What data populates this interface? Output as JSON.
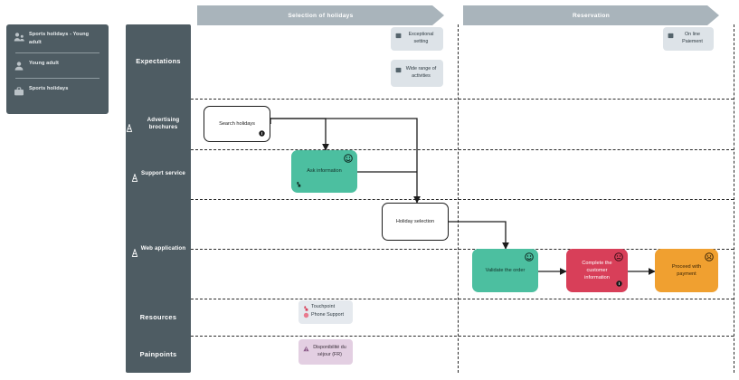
{
  "persona": {
    "items": [
      {
        "label": "Sports holidays - Young adult",
        "icon": "persona-group-icon"
      },
      {
        "label": "Young adult",
        "icon": "person-icon"
      },
      {
        "label": "Sports holidays",
        "icon": "briefcase-icon"
      }
    ]
  },
  "phases": [
    {
      "label": "Selection of holidays"
    },
    {
      "label": "Reservation"
    }
  ],
  "lanes": [
    {
      "label": "Expectations",
      "icon": null,
      "style": "big"
    },
    {
      "label": "Advertising brochures",
      "icon": "channel-icon",
      "style": "small"
    },
    {
      "label": "Support service",
      "icon": "channel-icon",
      "style": "small"
    },
    {
      "label": "Web application",
      "icon": "channel-icon",
      "style": "small"
    },
    {
      "label": "Resources",
      "icon": null,
      "style": "big"
    },
    {
      "label": "Painpoints",
      "icon": null,
      "style": "big"
    }
  ],
  "expectations": [
    {
      "label": "Exceptional setting",
      "icon": "note-icon"
    },
    {
      "label": "Wide range of activities",
      "icon": "note-icon"
    },
    {
      "label": "On line Paiement",
      "icon": "note-icon"
    }
  ],
  "tasks": [
    {
      "label": "Search holidays",
      "color": "plain",
      "face": null,
      "marker": "pin-icon"
    },
    {
      "label": "Ask information",
      "color": "green",
      "face": "happy-face-icon",
      "marker": "touch-icon"
    },
    {
      "label": "Holiday selection",
      "color": "plain",
      "face": null,
      "marker": null
    },
    {
      "label": "Validate the order",
      "color": "green",
      "face": "happy-face-icon",
      "marker": null
    },
    {
      "label": "Complete the customer information",
      "color": "red",
      "face": "confused-face-icon",
      "marker": "pin-icon"
    },
    {
      "label": "Proceed with payment",
      "color": "orange",
      "face": "sad-face-icon",
      "marker": null
    }
  ],
  "resources": [
    {
      "label": "Touchpoint",
      "icon": "touchpoint-icon"
    },
    {
      "label": "Phone Support",
      "icon": "phone-dot-icon"
    }
  ],
  "painpoints": [
    {
      "label": "Disponibilité du séjour (FR)",
      "icon": "pain-icon"
    }
  ],
  "colors": {
    "panel": "#4e5c63",
    "phase_bar": "#a9b4bb",
    "green": "#4cbfa0",
    "red": "#d83f59",
    "orange": "#f0a030",
    "note_expectation": "#dde3e8",
    "note_resource": "#e5e9ee",
    "note_pain": "#e3cfe2"
  }
}
